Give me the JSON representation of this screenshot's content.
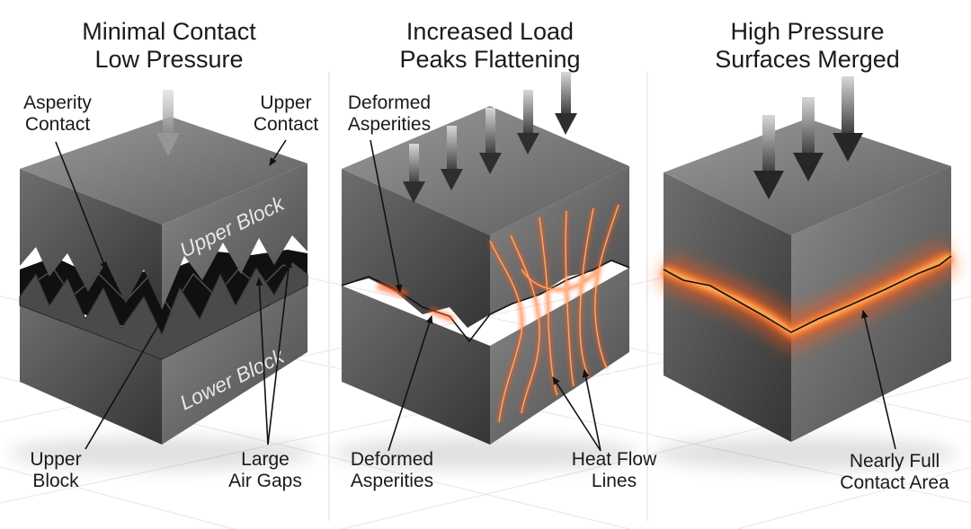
{
  "panels": [
    {
      "title": [
        "Minimal Contact",
        "Low Pressure"
      ],
      "labels": {
        "asperity_contact": [
          "Asperity",
          "Contact"
        ],
        "upper_contact": [
          "Upper",
          "Contact"
        ],
        "upper_block": [
          "Upper",
          "Block"
        ],
        "air_gaps": [
          "Large",
          "Air Gaps"
        ]
      },
      "block_text": {
        "upper": "Upper Block",
        "lower": "Lower Block"
      }
    },
    {
      "title": [
        "Increased Load",
        "Peaks Flattening"
      ],
      "labels": {
        "deformed_top": [
          "Deformed",
          "Asperities"
        ],
        "deformed_bottom": [
          "Deformed",
          "Asperities"
        ],
        "heat_flow": [
          "Heat Flow",
          "Lines"
        ]
      }
    },
    {
      "title": [
        "High Pressure",
        "Surfaces Merged"
      ],
      "labels": {
        "full_contact": [
          "Nearly Full",
          "Contact Area"
        ]
      }
    }
  ],
  "colors": {
    "heat_glow": "#ff5a14",
    "heat_core": "#ffd27a",
    "steel_light": "#8c8c8c",
    "steel_dark": "#3d3d3d",
    "gap": "#111111"
  }
}
